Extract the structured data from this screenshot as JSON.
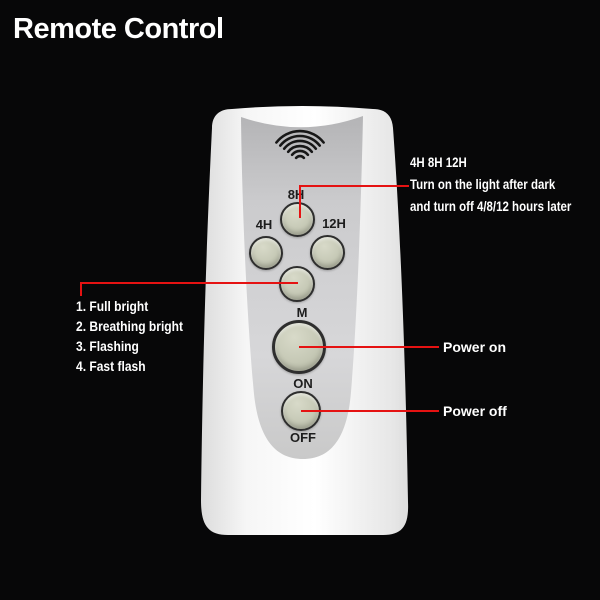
{
  "title": "Remote Control",
  "remote": {
    "buttons": [
      {
        "id": "8h",
        "label": "8H"
      },
      {
        "id": "4h",
        "label": "4H"
      },
      {
        "id": "12h",
        "label": "12H"
      },
      {
        "id": "m",
        "label": "M"
      },
      {
        "id": "on",
        "label": "ON"
      },
      {
        "id": "off",
        "label": "OFF"
      }
    ],
    "icon": "wireless-signal-icon"
  },
  "annotations": {
    "timer": {
      "heading": "4H 8H 12H",
      "line1": "Turn on the light after dark",
      "line2": "and turn off 4/8/12 hours later"
    },
    "modes": {
      "items": [
        "1. Full bright",
        "2. Breathing bright",
        "3. Flashing",
        "4. Fast flash"
      ]
    },
    "power_on": "Power on",
    "power_off": "Power off"
  },
  "colors": {
    "background": "#070708",
    "callout_red": "#e51212",
    "remote_body": "#f8f8f8",
    "panel_gray": "#cdcdcf",
    "button_face": "#c6c9b6",
    "text_white": "#ffffff"
  }
}
